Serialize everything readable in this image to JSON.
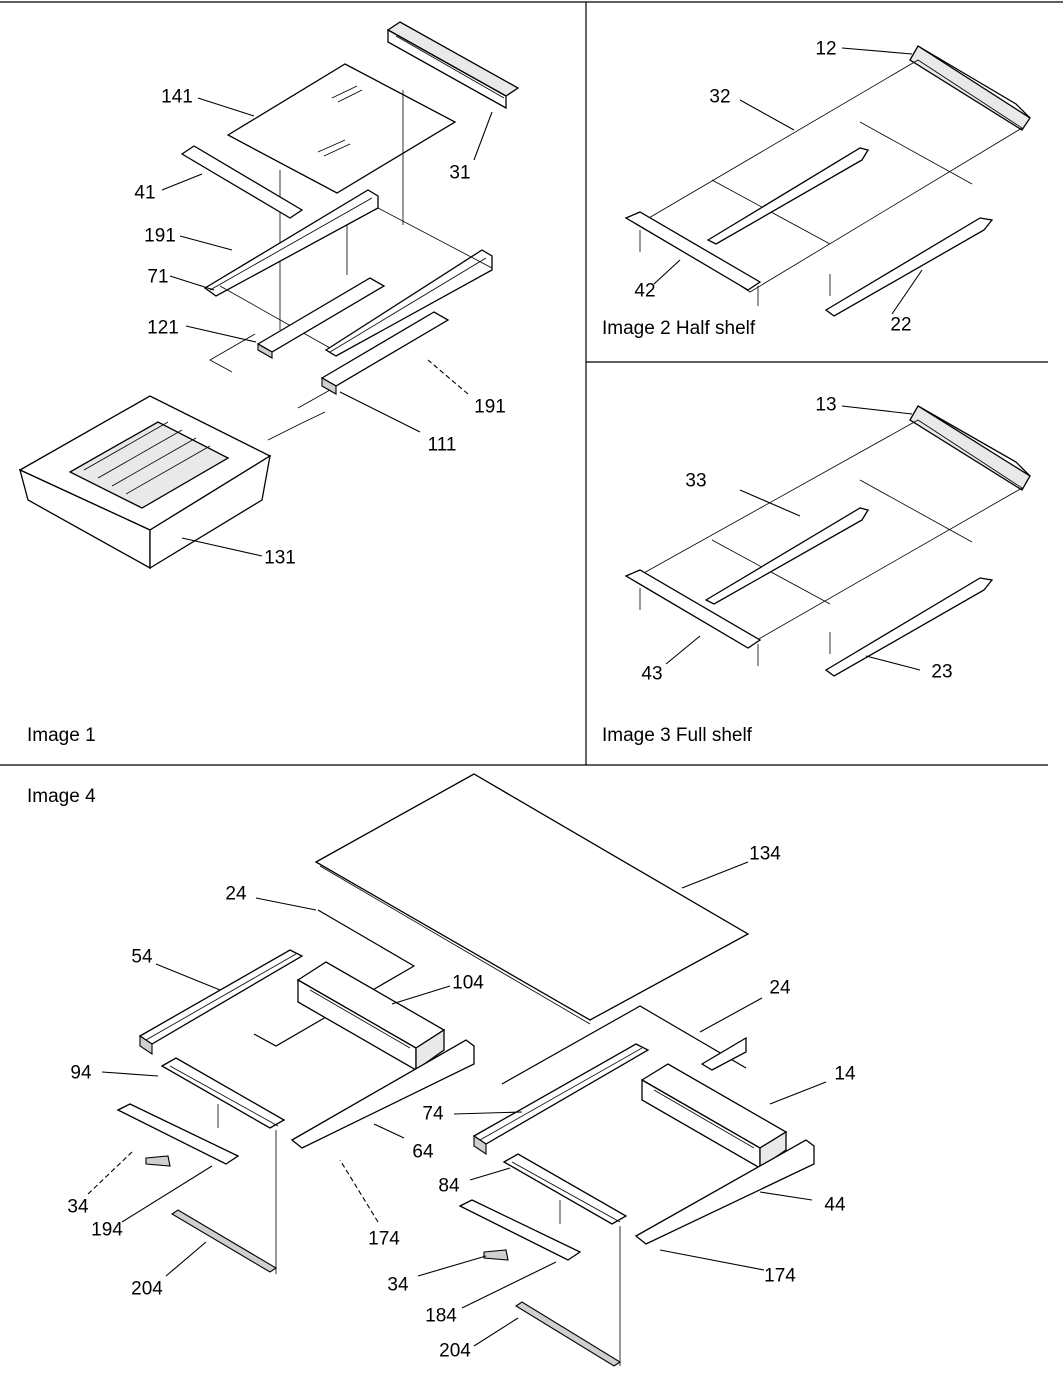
{
  "panels": {
    "image1": {
      "caption": "Image 1"
    },
    "image2": {
      "caption": "Image 2 Half shelf"
    },
    "image3": {
      "caption": "Image 3 Full shelf"
    },
    "image4": {
      "caption": "Image 4"
    }
  },
  "callouts": {
    "image1": [
      "141",
      "31",
      "41",
      "191",
      "71",
      "121",
      "191",
      "111",
      "131"
    ],
    "image2": [
      "12",
      "32",
      "42",
      "22"
    ],
    "image3": [
      "13",
      "33",
      "43",
      "23"
    ],
    "image4": [
      "134",
      "24",
      "54",
      "104",
      "94",
      "24",
      "14",
      "74",
      "64",
      "84",
      "44",
      "34",
      "194",
      "174",
      "204",
      "34",
      "174",
      "184",
      "204"
    ]
  }
}
